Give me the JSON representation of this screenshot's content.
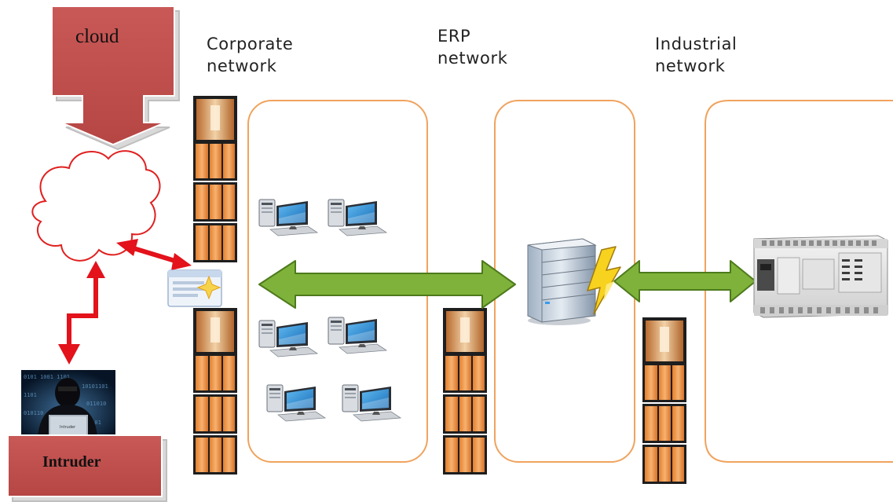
{
  "callouts": {
    "cloud": "cloud",
    "intruder": "Intruder"
  },
  "zones": {
    "corporate": "Corporate\nnetwork",
    "erp": "ERP\nnetwork",
    "industrial": "Industrial\nnetwork"
  },
  "colors": {
    "zone_border": "#f0a35e",
    "firewall_orange": "#f29a4a",
    "firewall_dark": "#1e1e1e",
    "link_green": "#7fb23a",
    "attack_red": "#e3121b",
    "callout_fill": "#c0504d",
    "cloud_outline": "#e02020"
  },
  "icons": {
    "firewall": "firewall-icon",
    "pc": "desktop-computer-icon",
    "server": "server-icon",
    "plc": "plc-controller-icon",
    "browser": "browser-window-icon",
    "hacker": "hacker-photo"
  }
}
